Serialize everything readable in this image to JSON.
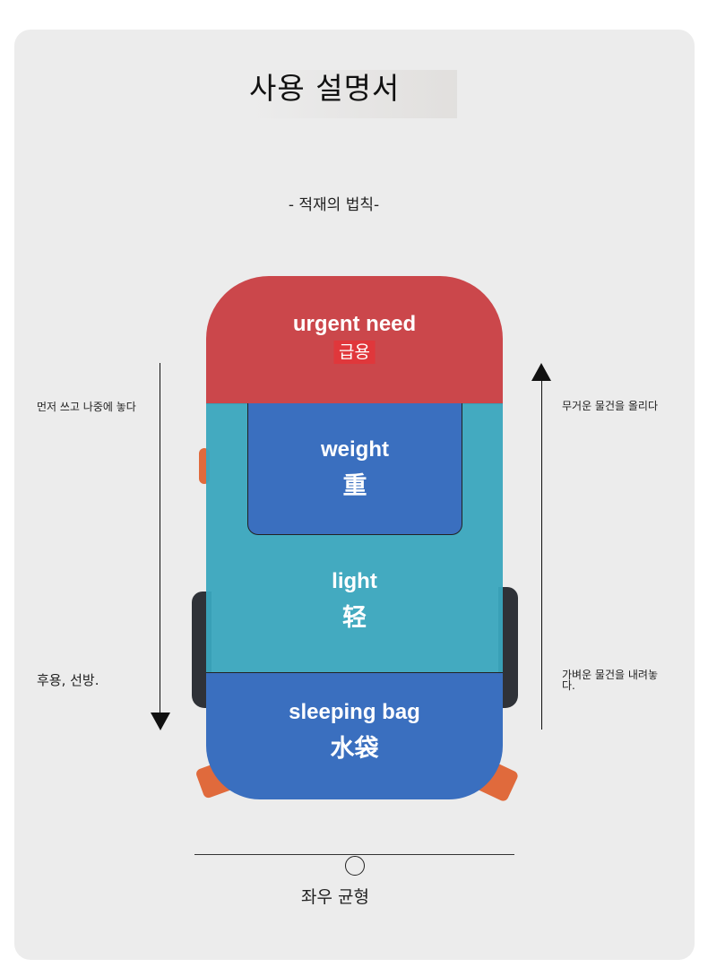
{
  "title": "사용 설명서",
  "subtitle": "- 적재의 법칙-",
  "left_top_note": "먼저 쓰고 나중에 놓다",
  "left_bottom_note": "후용, 선방.",
  "right_top_note": "무거운 물건을 올리다",
  "right_bottom_note": "가벼운 물건을 내려놓다.",
  "zones": {
    "urgent": {
      "en": "urgent need",
      "kr": "급용"
    },
    "weight": {
      "en": "weight",
      "cn": "重"
    },
    "light": {
      "en": "light",
      "cn": "轻"
    },
    "sleeping": {
      "en": "sleeping bag",
      "cn": "水袋"
    }
  },
  "balance": "좌우 균형",
  "colors": {
    "urgent": "#c83a3e",
    "light": "#3aa6be",
    "weight": "#3a6fbf",
    "sleeping": "#3a6fbf",
    "strap": "#e06a3c"
  }
}
